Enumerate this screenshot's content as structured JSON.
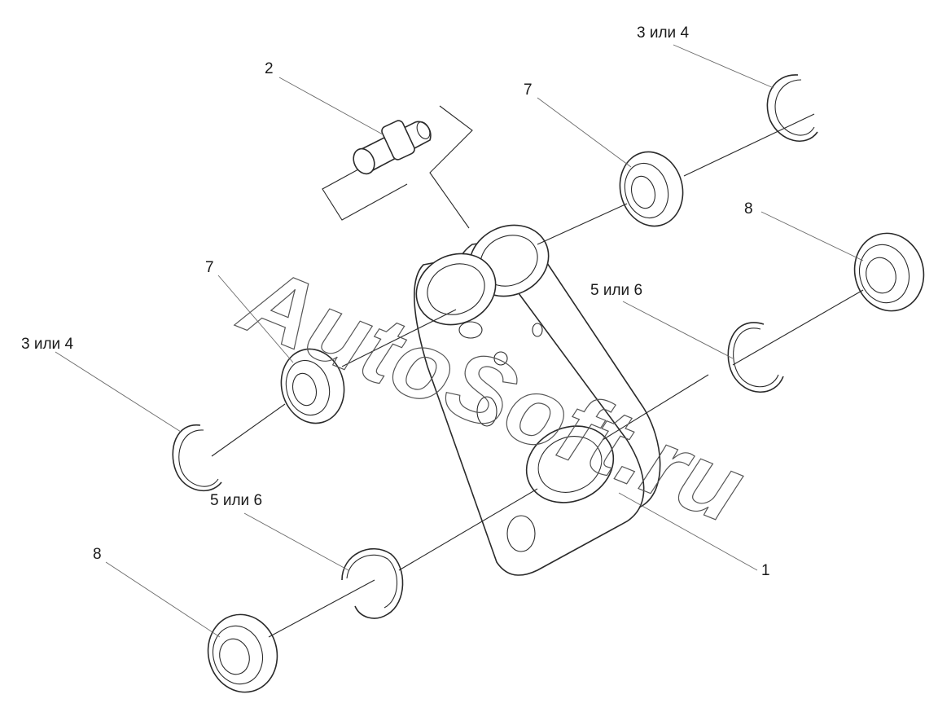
{
  "diagram": {
    "callouts": {
      "c1": "1",
      "c2": "2",
      "c3a": "3 или 4",
      "c3b": "3 или 4",
      "c5a": "5 или 6",
      "c5b": "5 или 6",
      "c7a": "7",
      "c7b": "7",
      "c8a": "8",
      "c8b": "8"
    },
    "watermark": "AutoSoft.ru"
  }
}
